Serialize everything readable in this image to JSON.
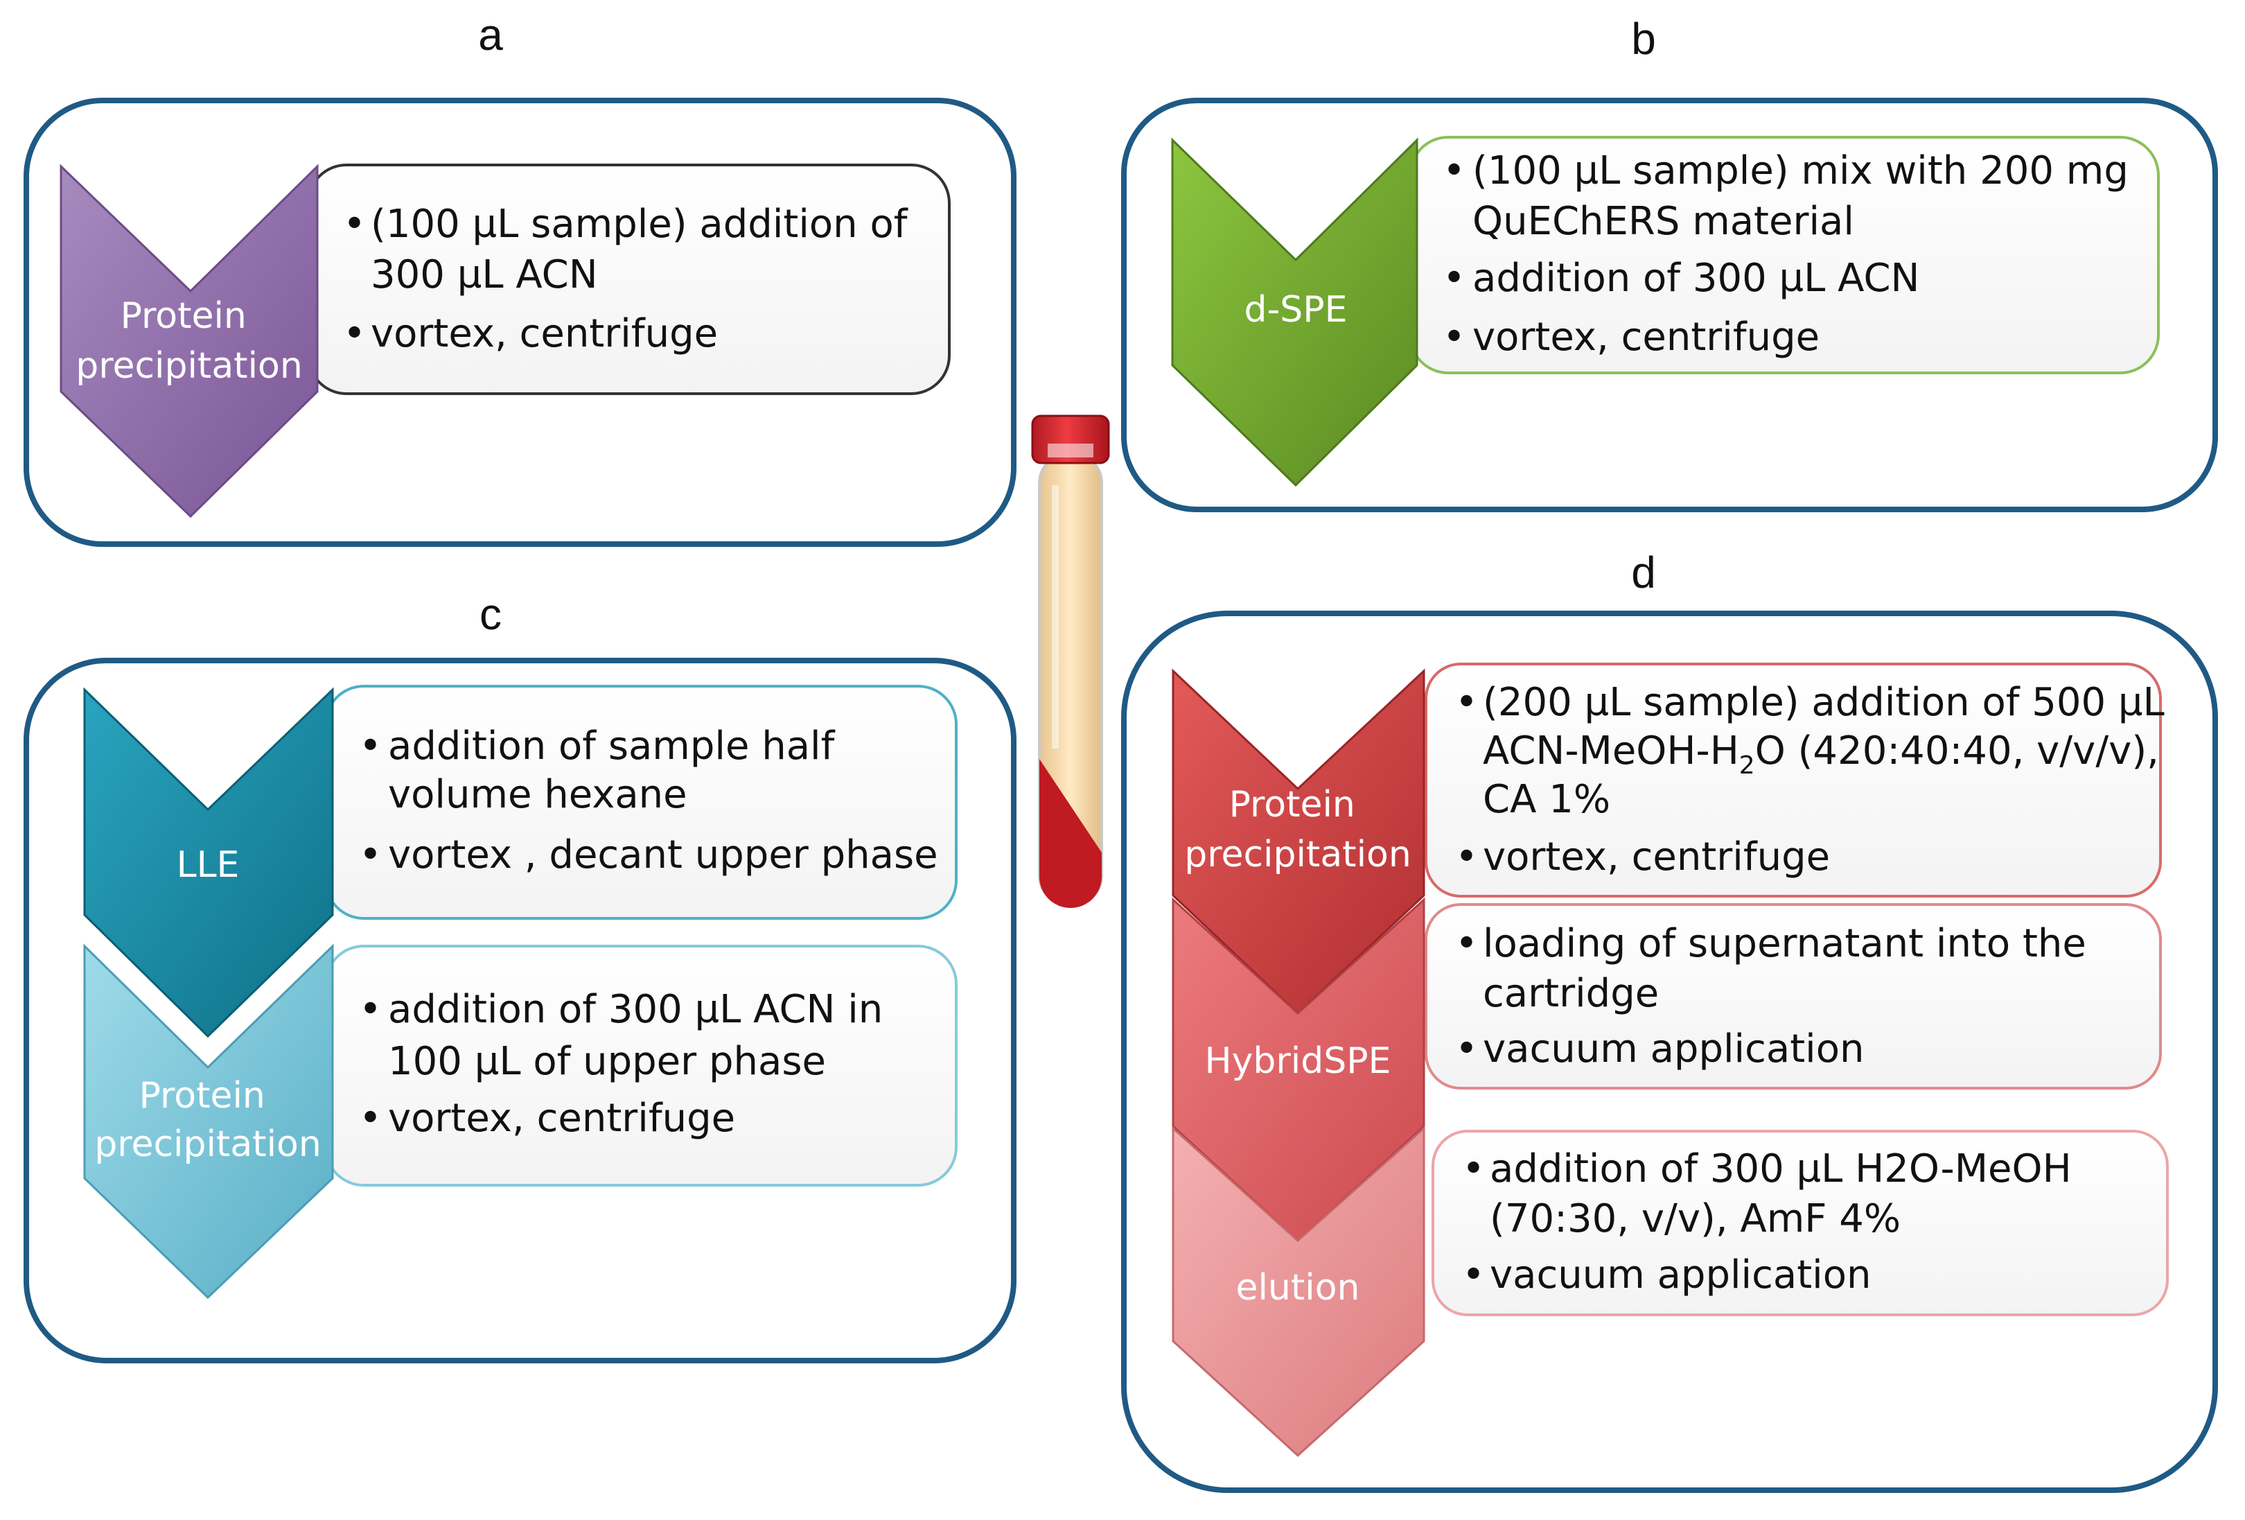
{
  "colors": {
    "frame": "#1f5a85",
    "purple": "#8c67a7",
    "green": "#6a9a2c",
    "teal": "#13839c",
    "light_teal": "#6fbfd5",
    "red": "#c83c3c",
    "red_mid": "#d9575b",
    "pink": "#e48a8c"
  },
  "panels": {
    "a": {
      "letter": "a",
      "chevron": {
        "label_line1": "Protein",
        "label_line2": "precipitation"
      },
      "bullets": [
        "(100 µL  sample) addition of",
        "300 µL ACN",
        "vortex, centrifuge"
      ]
    },
    "b": {
      "letter": "b",
      "chevron": {
        "label": "d-SPE"
      },
      "bullets": [
        "(100 µL  sample)  mix with 200 mg",
        "QuEChERS material",
        "addition of 300 µL ACN",
        "vortex, centrifuge"
      ]
    },
    "c": {
      "letter": "c",
      "steps": [
        {
          "label": "LLE",
          "bullets": [
            "addition of sample half",
            "volume hexane",
            "vortex , decant upper phase"
          ]
        },
        {
          "label_line1": "Protein",
          "label_line2": "precipitation",
          "bullets": [
            "addition of 300 µL ACN in",
            "100 µL of upper phase",
            "vortex, centrifuge"
          ]
        }
      ]
    },
    "d": {
      "letter": "d",
      "steps": [
        {
          "label_line1": "Protein",
          "label_line2": "precipitation",
          "bullets": [
            "(200 µL  sample) addition of 500 µL",
            "ACN-MeOH-H",
            "2",
            "O (420:40:40, v/v/v),",
            "CA 1%",
            "vortex, centrifuge"
          ]
        },
        {
          "label": "HybridSPE",
          "bullets": [
            "loading of supernatant into the",
            "cartridge",
            "vacuum application"
          ]
        },
        {
          "label": "elution",
          "bullets": [
            "addition of 300  µL H2O-MeOH",
            "(70:30, v/v), AmF 4%",
            "vacuum application"
          ]
        }
      ]
    }
  }
}
